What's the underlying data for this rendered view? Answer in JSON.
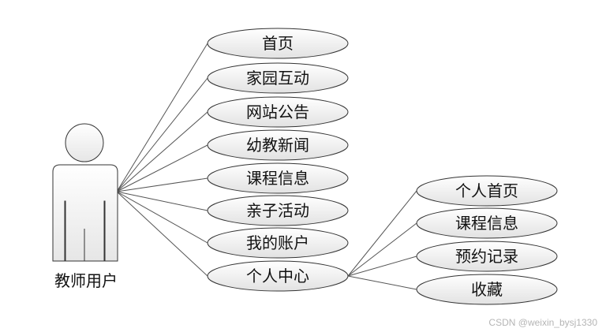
{
  "actor": {
    "label": "教师用户",
    "icon": "user-icon"
  },
  "use_cases": [
    {
      "label": "首页"
    },
    {
      "label": "家园互动"
    },
    {
      "label": "网站公告"
    },
    {
      "label": "幼教新闻"
    },
    {
      "label": "课程信息"
    },
    {
      "label": "亲子活动"
    },
    {
      "label": "我的账户"
    },
    {
      "label": "个人中心"
    }
  ],
  "sub_use_cases": [
    {
      "label": "个人首页"
    },
    {
      "label": "课程信息"
    },
    {
      "label": "预约记录"
    },
    {
      "label": "收藏"
    }
  ],
  "watermark": "CSDN @weixin_bysj1330"
}
